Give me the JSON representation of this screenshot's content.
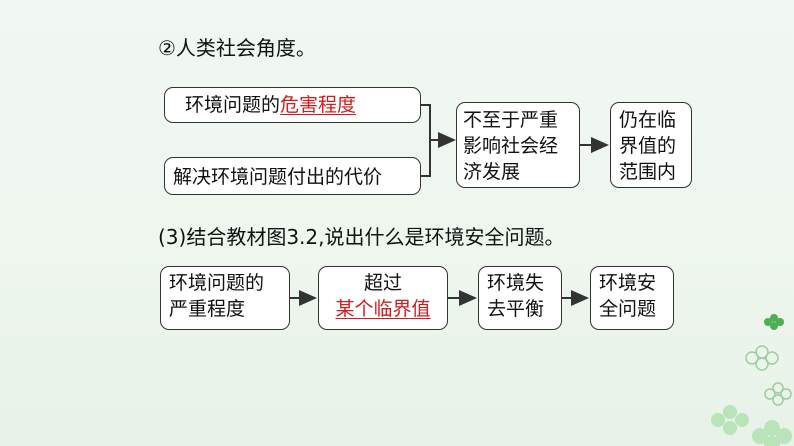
{
  "heading1": "②人类社会角度。",
  "flow1": {
    "box_a_prefix": "环境问题的",
    "box_a_answer": "危害程度",
    "box_b": "解决环境问题付出的代价",
    "box_c_lines": [
      "不至于严重",
      "影响社会经",
      "济发展"
    ],
    "box_d_lines": [
      "仍在临",
      "界值的",
      "范围内"
    ]
  },
  "heading2": "(3)结合教材图3.2,说出什么是环境安全问题。",
  "flow2": {
    "box_a_lines": [
      "环境问题的",
      "严重程度"
    ],
    "box_b_line1": "超过",
    "box_b_answer": "某个临界值",
    "box_c_lines": [
      "环境失",
      "去平衡"
    ],
    "box_d_lines": [
      "环境安",
      "全问题"
    ]
  },
  "colors": {
    "answer": "#d21b1b",
    "border": "#333333",
    "decor_green": "#4caf50"
  }
}
